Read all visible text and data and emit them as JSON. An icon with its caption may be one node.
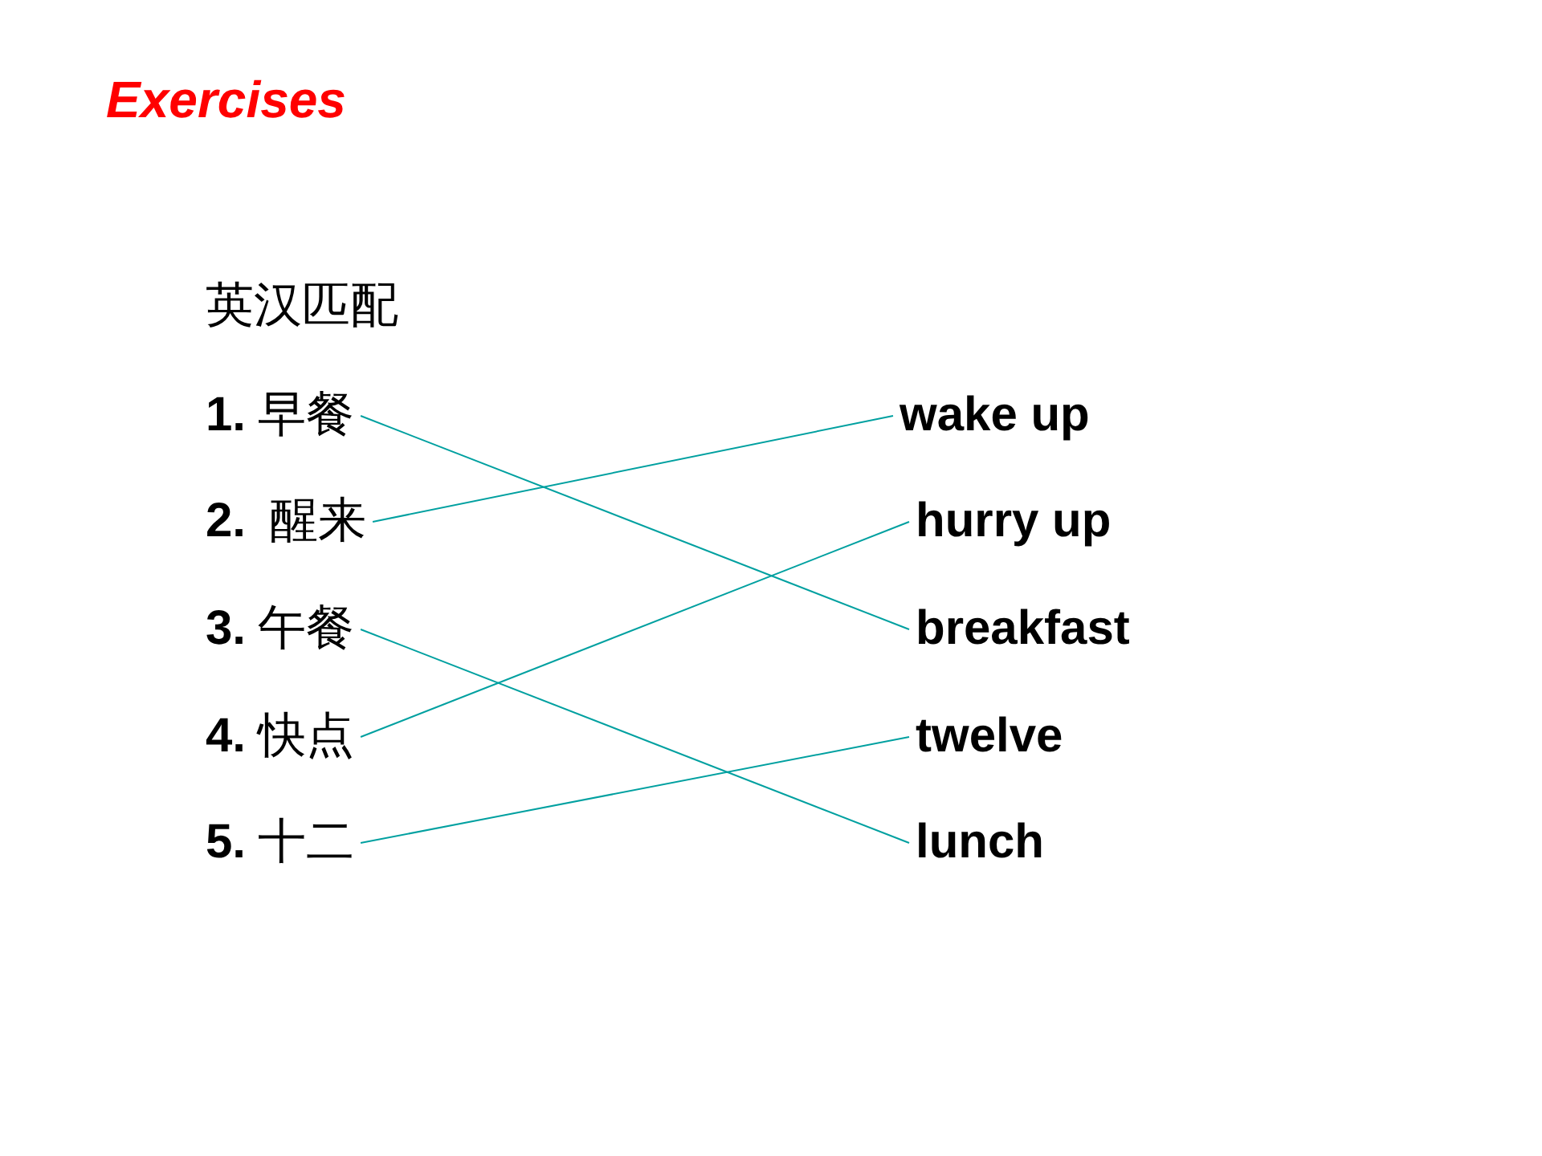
{
  "diagram": {
    "title": "Exercises",
    "nodes": [
      {
        "text": [
          "**1.** 早餐"
        ]
      },
      {
        "text": [
          "**2.**  醒来"
        ]
      },
      {
        "text": [
          "**3.** 午餐"
        ]
      },
      {
        "text": [
          "**4.** 快点"
        ]
      },
      {
        "text": [
          "**5.** 十二"
        ]
      },
      {
        "text": [
          "wake up"
        ]
      },
      {
        "text": [
          "hurry up"
        ]
      },
      {
        "text": [
          "breakfast"
        ]
      },
      {
        "text": [
          "twelve"
        ]
      },
      {
        "text": [
          "lunch"
        ]
      }
    ],
    "edges": [
      {
        "from": 0,
        "to": 7,
        "arrow": "none"
      },
      {
        "from": 1,
        "to": 5,
        "arrow": "none"
      },
      {
        "from": 2,
        "to": 9,
        "arrow": "none"
      },
      {
        "from": 3,
        "to": 6,
        "arrow": "none"
      },
      {
        "from": 4,
        "to": 8,
        "arrow": "none"
      }
    ],
    "labels": [
      "英汉匹配"
    ]
  }
}
